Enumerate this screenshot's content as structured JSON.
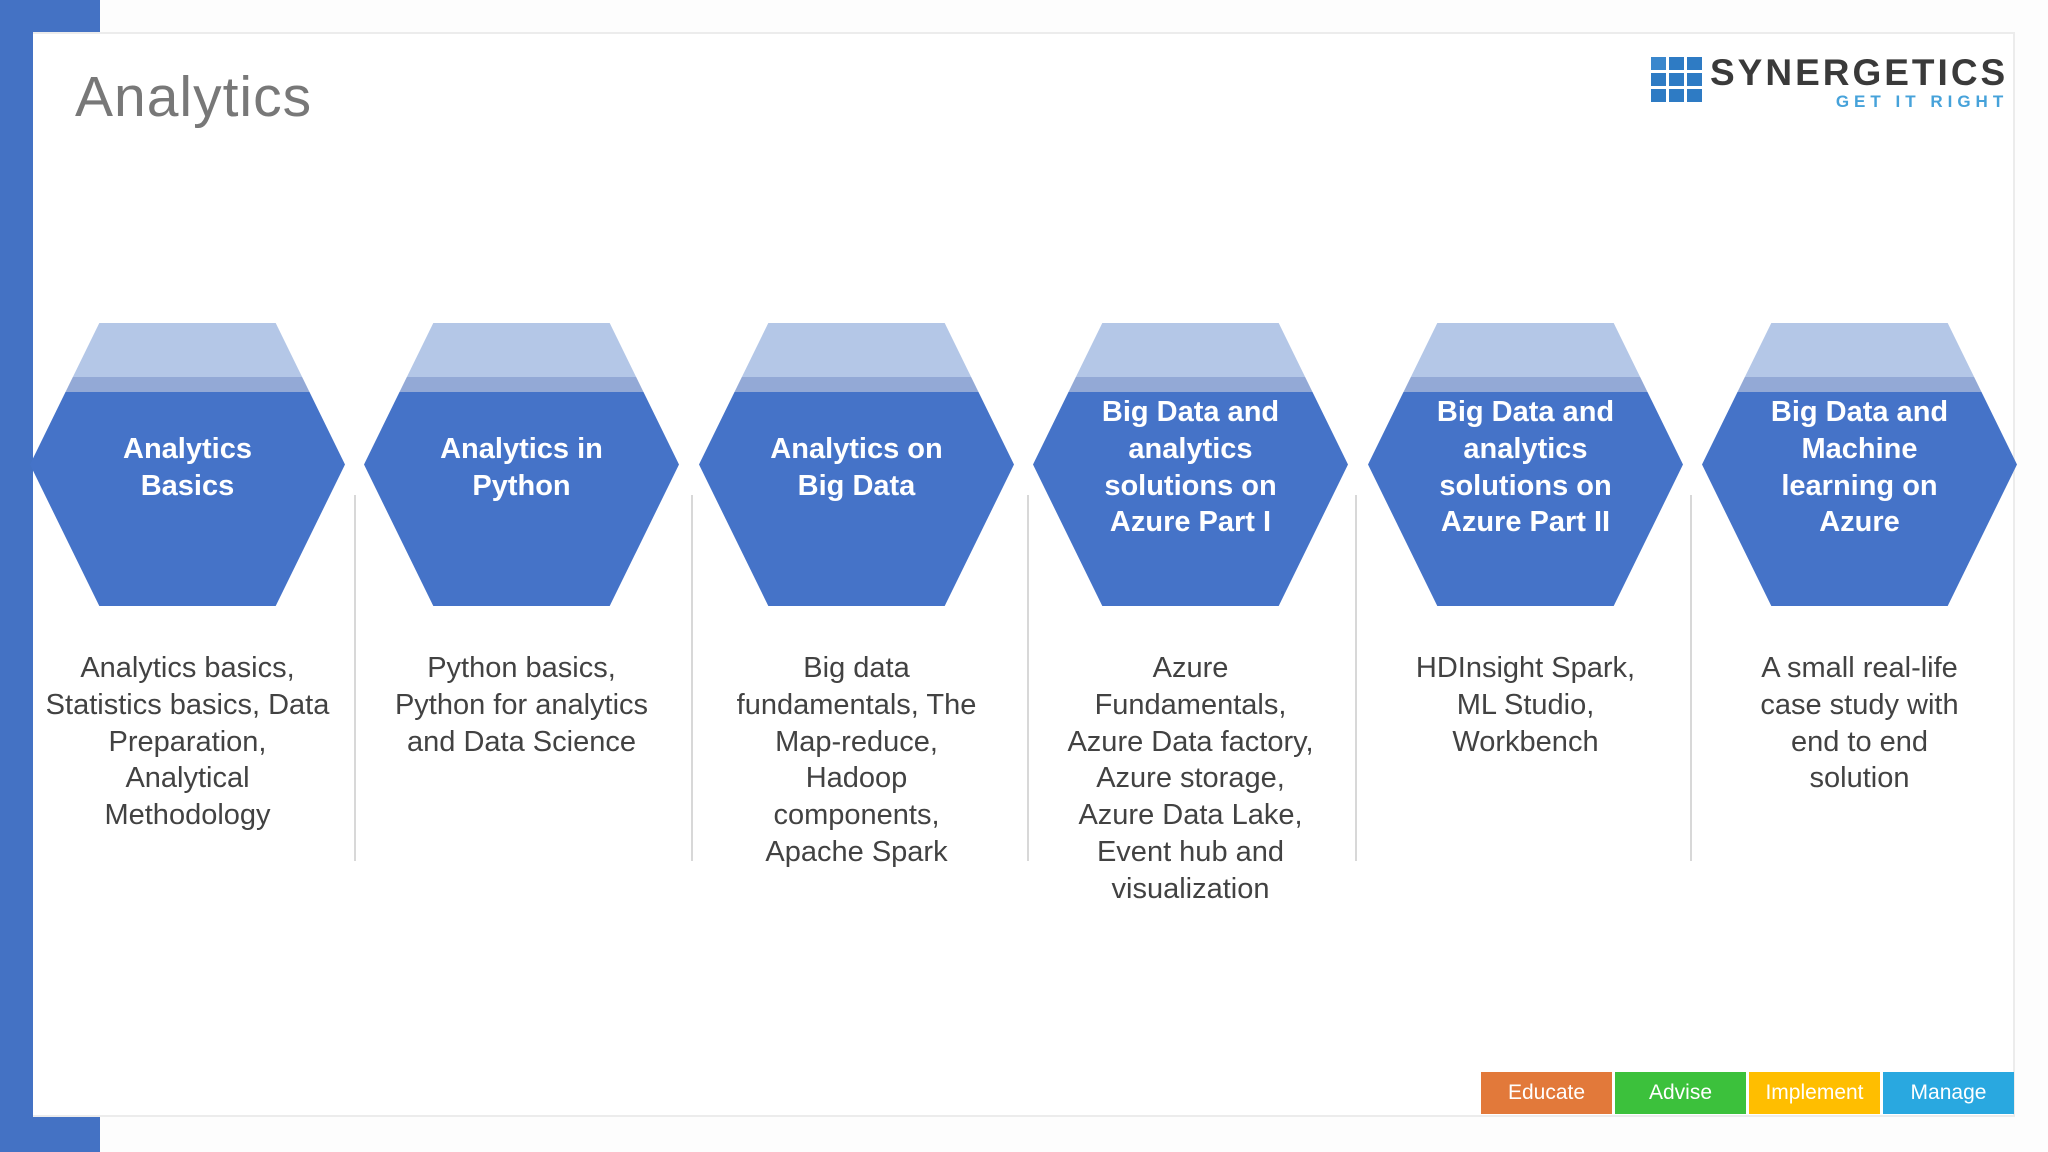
{
  "slide": {
    "title": "Analytics",
    "accent_color": "#4472C4",
    "divider_color": "#D8D8D8",
    "card_border_color": "#ECECEC"
  },
  "logo": {
    "name": "SYNERGETICS",
    "tagline": "GET IT RIGHT",
    "grid_icon": "blue-squares-grid-icon",
    "square_color": "#2E7BC4",
    "name_color": "#3A3A3A",
    "tagline_color": "#46A2DA"
  },
  "hexagon_style": {
    "body_color": "#4573C8",
    "top_band_color": "#B4C7E7",
    "mid_band_color": "#93A9D6",
    "label_color": "#FFFFFF"
  },
  "courses": [
    {
      "title": "Analytics\nBasics",
      "description": "Analytics basics,\nStatistics basics, Data\nPreparation,\nAnalytical\nMethodology"
    },
    {
      "title": "Analytics in\nPython",
      "description": "Python basics,\nPython for analytics\nand Data Science"
    },
    {
      "title": "Analytics on\nBig Data",
      "description": "Big data\nfundamentals, The\nMap-reduce,\nHadoop\ncomponents,\nApache Spark"
    },
    {
      "title": "Big Data and\nanalytics\nsolutions on\nAzure Part I",
      "description": "Azure\nFundamentals,\nAzure Data factory,\nAzure storage,\nAzure Data Lake,\nEvent hub and\nvisualization"
    },
    {
      "title": "Big Data and\nanalytics\nsolutions on\nAzure Part II",
      "description": "HDInsight Spark,\nML Studio,\nWorkbench"
    },
    {
      "title": "Big Data and\nMachine\nlearning on\nAzure",
      "description": "A small real-life\ncase study with\nend to end\nsolution"
    }
  ],
  "footer_buttons": [
    {
      "label": "Educate",
      "color": "#E2793A"
    },
    {
      "label": "Advise",
      "color": "#3CC13C"
    },
    {
      "label": "Implement",
      "color": "#FFBE00"
    },
    {
      "label": "Manage",
      "color": "#29A8E0"
    }
  ]
}
